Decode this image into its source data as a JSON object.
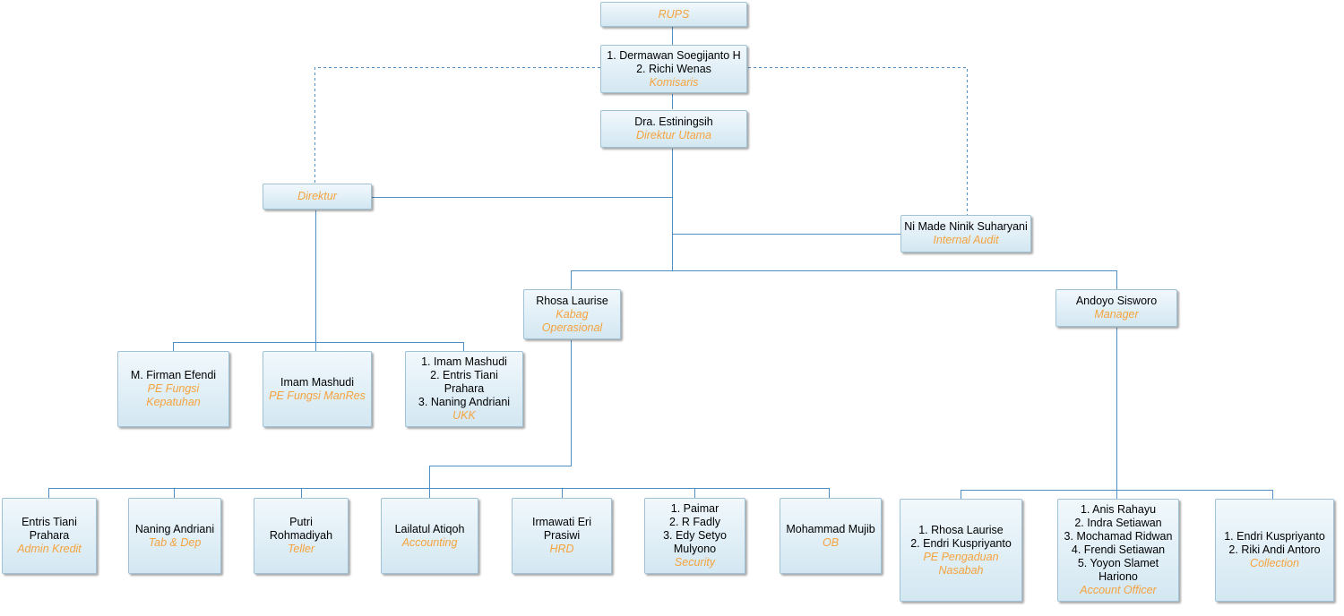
{
  "boxes": {
    "rups": {
      "name": "",
      "role": "RUPS"
    },
    "komisaris": {
      "name": "1. Dermawan Soegijanto H\n2. Richi Wenas",
      "role": "Komisaris"
    },
    "dirut": {
      "name": "Dra. Estiningsih",
      "role": "Direktur Utama"
    },
    "direktur": {
      "name": "",
      "role": "Direktur"
    },
    "audit": {
      "name": "Ni Made Ninik Suharyani",
      "role": "Internal Audit"
    },
    "kabag": {
      "name": "Rhosa Laurise",
      "role": "Kabag\nOperasional"
    },
    "manager": {
      "name": "Andoyo Sisworo",
      "role": "Manager"
    },
    "kepatuhan": {
      "name": "M. Firman Efendi",
      "role": "PE Fungsi\nKepatuhan"
    },
    "manres": {
      "name": "Imam Mashudi",
      "role": "PE Fungsi ManRes"
    },
    "ukk": {
      "name": "1. Imam Mashudi\n2. Entris Tiani\nPrahara\n3. Naning Andriani",
      "role": "UKK"
    },
    "admin": {
      "name": "Entris Tiani\nPrahara",
      "role": "Admin Kredit"
    },
    "tabdep": {
      "name": "Naning Andriani",
      "role": "Tab & Dep"
    },
    "teller": {
      "name": "Putri\nRohmadiyah",
      "role": "Teller"
    },
    "accounting": {
      "name": "Lailatul Atiqoh",
      "role": "Accounting"
    },
    "hrd": {
      "name": "Irmawati Eri\nPrasiwi",
      "role": "HRD"
    },
    "security": {
      "name": "1. Paimar\n2. R Fadly\n3. Edy Setyo\nMulyono",
      "role": "Security"
    },
    "ob": {
      "name": "Mohammad Mujib",
      "role": "OB"
    },
    "pengaduan": {
      "name": "1. Rhosa Laurise\n2. Endri Kuspriyanto",
      "role": "PE Pengaduan\nNasabah"
    },
    "ao": {
      "name": "1. Anis Rahayu\n2. Indra Setiawan\n3. Mochamad Ridwan\n4. Frendi Setiawan\n5. Yoyon Slamet\nHariono",
      "role": "Account Officer"
    },
    "collection": {
      "name": "1. Endri Kuspriyanto\n2. Riki Andi Antoro",
      "role": "Collection"
    }
  },
  "colors": {
    "connector": "#4f8fc4",
    "dashed": "#4f8fc4",
    "role_text": "#f5a33e",
    "box_border": "#9fc2d6"
  }
}
